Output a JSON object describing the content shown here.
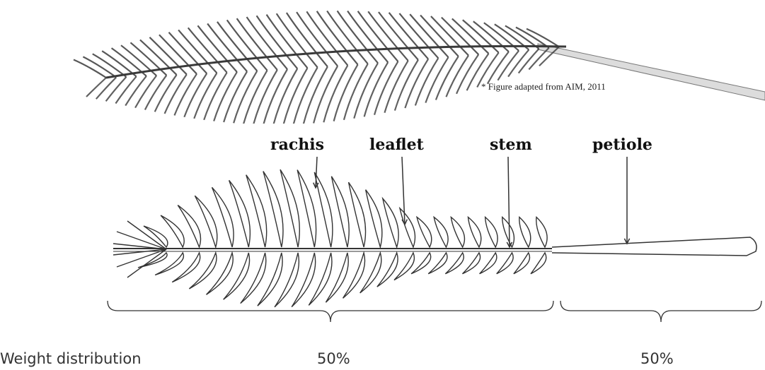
{
  "caption": "* Figure adapted from AIM, 2011",
  "labels": {
    "rachis": "rachis",
    "leaflet": "leaflet",
    "stem": "stem",
    "petiole": "petiole"
  },
  "weight": {
    "label": "Weight distribution",
    "left_share": "50%",
    "right_share": "50%"
  },
  "colors": {
    "line": "#333333",
    "photo_dark": "#3a3a3a"
  }
}
